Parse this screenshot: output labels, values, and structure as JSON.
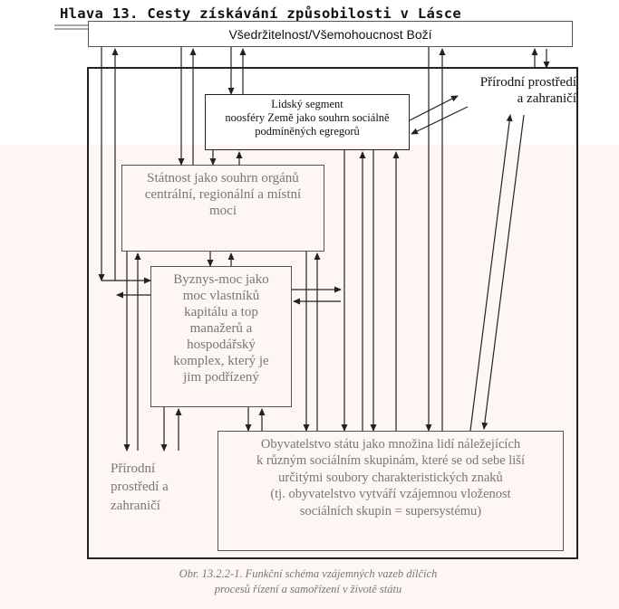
{
  "header": {
    "chapter_title": "Hlava 13. Cesty získávání způsobilosti v Lásce"
  },
  "diagram": {
    "top_box": "Všedržitelnost/Všemohoucnost Boží",
    "human_segment": [
      "Lidský segment",
      "noosféry Země jako souhrn sociálně",
      "podmíněných egregorů"
    ],
    "nature_top": [
      "Přírodní prostředí",
      "a zahraničí"
    ],
    "state_box": [
      "Státnost jako souhrn orgánů",
      "centrální, regionální a místní",
      "moci"
    ],
    "business_box": [
      "Byznys-moc jako",
      "moc vlastníků",
      "kapitálu a top",
      "manažerů a",
      "hospodářský",
      "komplex, který je",
      "jim podřízený"
    ],
    "nature_bottom": [
      "Přírodní",
      "prostředí a",
      "zahraničí"
    ],
    "population_box": [
      "Obyvatelstvo státu jako množina lidí náležejících",
      "k různým sociálním skupinám, které se od sebe liší",
      "určitými soubory charakteristických znaků",
      "(tj. obyvatelstvo vytváří vzájemnou vloženost",
      "sociálních skupin = supersystému)"
    ]
  },
  "caption": {
    "line1": "Obr. 13.2.2-1. Funkční schéma vzájemných vazeb dílčích",
    "line2": "procesů řízení a samořízení v životě státu"
  }
}
